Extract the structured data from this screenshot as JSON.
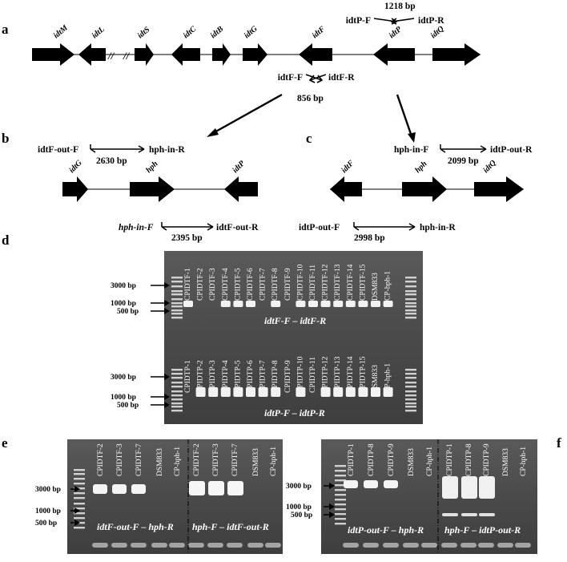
{
  "panels": {
    "a": "a",
    "b": "b",
    "c": "c",
    "d": "d",
    "e": "e",
    "f": "f"
  },
  "panel_a": {
    "genes": [
      "idtM",
      "idtL",
      "idtS",
      "idtC",
      "idtB",
      "idtG",
      "idtF",
      "idtP",
      "idtQ"
    ],
    "break_marks": [
      "//",
      "//"
    ],
    "primer_top": {
      "size": "1218 bp",
      "fwd": "idtP-F",
      "rev": "idtP-R"
    },
    "primer_bottom": {
      "fwd": "idtF-F",
      "rev": "idtF-R",
      "size": "856 bp"
    }
  },
  "panel_b": {
    "genes": [
      "idtG",
      "hph",
      "idtP"
    ],
    "top_primer": {
      "fwd": "idtF-out-F",
      "size": "2630 bp",
      "rev": "hph-in-R"
    },
    "bottom_primer": {
      "fwd": "hph-in-F",
      "size": "2395 bp",
      "rev": "idtF-out-R"
    }
  },
  "panel_c": {
    "genes": [
      "idtF",
      "hph",
      "idtQ"
    ],
    "top_primer": {
      "fwd": "hph-in-F",
      "size": "2099 bp",
      "rev": "idtP-out-R"
    },
    "bottom_primer": {
      "fwd": "idtP-out-F",
      "size": "2998 bp",
      "rev": "hph-in-R"
    }
  },
  "panel_d": {
    "top_lanes": [
      "CPIDTF-1",
      "CPIDTF-2",
      "CPIDTF-3",
      "CPIDTF-4",
      "CPIDTF-5",
      "CPIDTF-6",
      "CPIDTF-7",
      "CPIDTF-8",
      "CPIDTF-9",
      "CPIDTF-10",
      "CPIDTF-11",
      "CPIDTF-12",
      "CPIDTF-13",
      "CPIDTF-14",
      "CPIDTF-15",
      "DSM833",
      "CP-hph-1"
    ],
    "top_bands": [
      1,
      0,
      0,
      1,
      1,
      1,
      0,
      1,
      0,
      1,
      1,
      1,
      1,
      1,
      1,
      1,
      1
    ],
    "top_caption": "idtF-F – idtF-R",
    "bottom_lanes": [
      "CPIDTP-1",
      "CPIDTP-2",
      "CPIDTP-3",
      "CPIDTP-4",
      "CPIDTP-5",
      "CPIDTP-6",
      "CPIDTP-7",
      "CPIDTP-8",
      "CPIDTP-9",
      "CPIDTP-10",
      "CPIDTP-11",
      "CPIDTP-12",
      "CPIDTP-13",
      "CPIDTP-14",
      "CPIDTP-15",
      "DSM833",
      "CP-hph-1"
    ],
    "bottom_bands": [
      0,
      1,
      1,
      1,
      1,
      1,
      1,
      1,
      0,
      1,
      0,
      1,
      1,
      1,
      1,
      1,
      1
    ],
    "bottom_caption": "idtP-F – idtP-R",
    "ladder": [
      "3000 bp",
      "1000 bp",
      "500 bp"
    ]
  },
  "panel_e": {
    "lanes_left": [
      "CPIDTF-2",
      "CPIDTF-3",
      "CPIDTF-7",
      "DSM833",
      "CP-hph-1"
    ],
    "lanes_right": [
      "CPIDTF-2",
      "CPIDTF-3",
      "CPIDTF-7",
      "DSM833",
      "CP-hph-1"
    ],
    "caption_left": "idtF-out-F – hph-R",
    "caption_right": "hph-F – idtF-out-R",
    "ladder": [
      "3000 bp",
      "1000 bp",
      "500 bp"
    ]
  },
  "panel_f": {
    "lanes_left": [
      "CPIDTP-1",
      "CPIDTP-8",
      "CPIDTP-9",
      "DSM833",
      "CP-hph-1"
    ],
    "lanes_right": [
      "CPIDTP-1",
      "CPIDTP-8",
      "CPIDTP-9",
      "DSM833",
      "CP-hph-1"
    ],
    "caption_left": "idtP-out-F – hph-R",
    "caption_right": "hph-F – idtP-out-R",
    "ladder": [
      "3000 bp",
      "1000 bp",
      "500 bp"
    ]
  }
}
